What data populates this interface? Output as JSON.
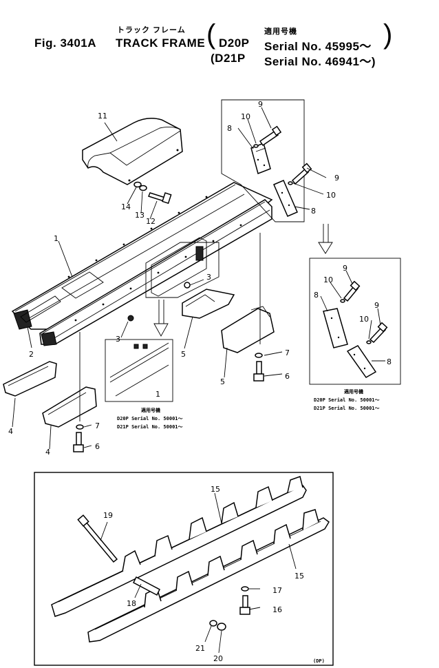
{
  "header": {
    "jp_title": "トラック フレーム",
    "jp_applicable": "適用号機",
    "fig_label": "Fig. 3401A",
    "title": "TRACK FRAME",
    "model1": "D20P",
    "serial1": "Serial No. 45995～",
    "model2": "(D21P",
    "serial2": "Serial No. 46941～)"
  },
  "callouts": {
    "c1a": "1",
    "c1b": "1",
    "c2": "2",
    "c3a": "3",
    "c3b": "3",
    "c4a": "4",
    "c4b": "4",
    "c5a": "5",
    "c5b": "5",
    "c6a": "6",
    "c6b": "6",
    "c7a": "7",
    "c7b": "7",
    "c8a": "8",
    "c8b": "8",
    "c8c": "8",
    "c8d": "8",
    "c9a": "9",
    "c9b": "9",
    "c9c": "9",
    "c9d": "9",
    "c10a": "10",
    "c10b": "10",
    "c10c": "10",
    "c10d": "10",
    "c11": "11",
    "c12": "12",
    "c13": "13",
    "c14": "14",
    "c15a": "15",
    "c15b": "15",
    "c16": "16",
    "c17": "17",
    "c18": "18",
    "c19": "19",
    "c20": "20",
    "c21": "21"
  },
  "inset_center": {
    "jp": "適用号機",
    "line1": "D20P Serial No. 50001～",
    "line2": "D21P Serial No. 50001～"
  },
  "inset_right": {
    "jp": "適用号機",
    "line1": "D20P Serial No. 50001～",
    "line2": "D21P Serial No. 50001～"
  },
  "footer_tag": "(DP)"
}
